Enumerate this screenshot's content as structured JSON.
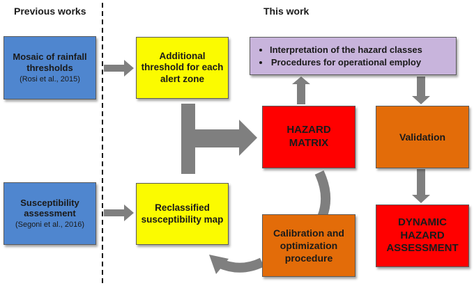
{
  "headers": {
    "previous": "Previous works",
    "this_work": "This work"
  },
  "boxes": {
    "mosaic": {
      "title": "Mosaic of rainfall thresholds",
      "citation": "(Rosi et al., 2015)"
    },
    "susceptibility": {
      "title": "Susceptibility assessment",
      "citation": "(Segoni et al., 2016)"
    },
    "additional_threshold": "Additional threshold for each alert zone",
    "reclassified_map": "Reclassified susceptibility map",
    "interpretation": [
      "Interpretation of the hazard classes",
      "Procedures for operational employ"
    ],
    "hazard_matrix": "HAZARD MATRIX",
    "validation": "Validation",
    "calibration": "Calibration and optimization procedure",
    "dynamic_hazard": "DYNAMIC HAZARD ASSESSMENT"
  },
  "colors": {
    "blue": "#4f86cf",
    "yellow": "#fbfb00",
    "purple": "#c8b4dc",
    "red": "#ff0000",
    "orange": "#e36c09",
    "arrow": "#7f7f7f"
  }
}
